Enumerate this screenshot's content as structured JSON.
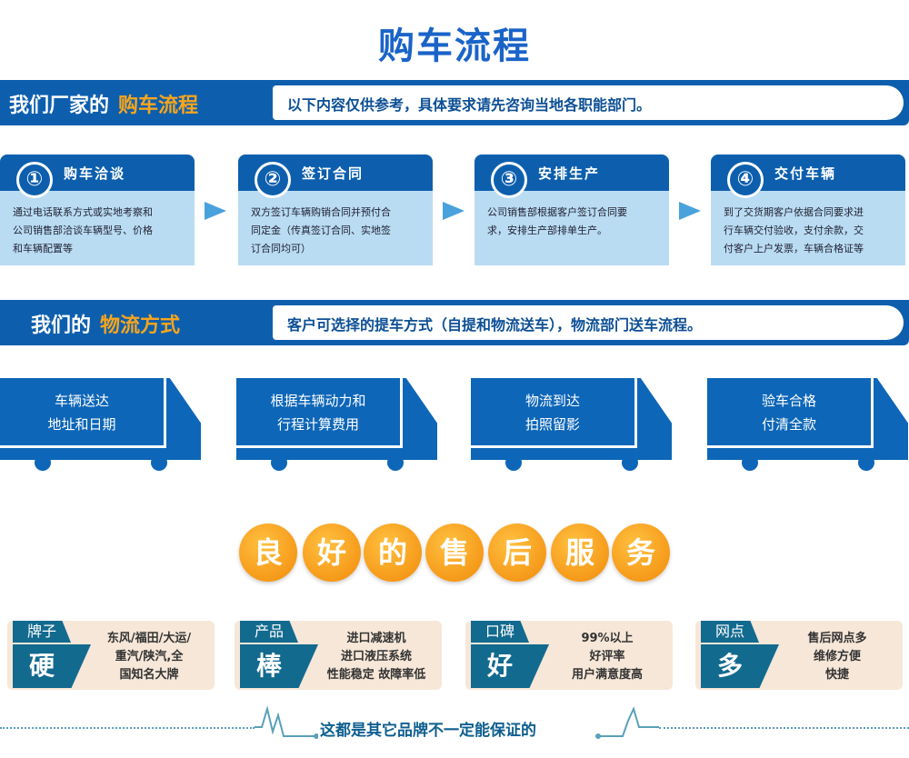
{
  "title": "购车流程",
  "section1": {
    "label": "我们厂家的",
    "highlight": "购车流程",
    "note": "以下内容仅供参考，具体要求请先咨询当地各职能部门。"
  },
  "steps": [
    {
      "num": "①",
      "title": "购车洽谈",
      "lines": [
        "通过电话联系方式或实地考察和",
        "公司销售部洽谈车辆型号、价格",
        "和车辆配置等"
      ]
    },
    {
      "num": "②",
      "title": "签订合同",
      "lines": [
        "双方签订车辆购销合同并预付合",
        "同定金（传真签订合同、实地签",
        "订合同均可）"
      ]
    },
    {
      "num": "③",
      "title": "安排生产",
      "lines": [
        "公司销售部根据客户签订合同要",
        "求，安排生产部排单生产。"
      ]
    },
    {
      "num": "④",
      "title": "交付车辆",
      "lines": [
        "到了交货期客户依据合同要求进",
        "行车辆交付验收，支付余款，交",
        "付客户上户发票，车辆合格证等"
      ]
    }
  ],
  "section2": {
    "label": "我们的",
    "highlight": "物流方式",
    "note": "客户可选择的提车方式（自提和物流送车），物流部门送车流程。"
  },
  "trucks": [
    {
      "lines": [
        "车辆送达",
        "地址和日期"
      ]
    },
    {
      "lines": [
        "根据车辆动力和",
        "行程计算费用"
      ]
    },
    {
      "lines": [
        "物流到达",
        "拍照留影"
      ]
    },
    {
      "lines": [
        "验车合格",
        "付清全款"
      ]
    }
  ],
  "service": [
    "良",
    "好",
    "的",
    "售",
    "后",
    "服",
    "务"
  ],
  "cards": [
    {
      "tab": "牌子",
      "big": "硬",
      "lines": [
        "东风/福田/大运/",
        "重汽/陕汽,全",
        "国知名大牌"
      ]
    },
    {
      "tab": "产品",
      "big": "棒",
      "lines": [
        "进口减速机",
        "进口液压系统",
        "性能稳定 故障率低"
      ]
    },
    {
      "tab": "口碑",
      "big": "好",
      "lines": [
        "99%以上",
        "好评率",
        "用户满意度高"
      ]
    },
    {
      "tab": "网点",
      "big": "多",
      "lines": [
        "售后网点多",
        "维修方便",
        "快捷"
      ]
    }
  ],
  "slogan": "这都是其它品牌不一定能保证的",
  "colors": {
    "blue": "#0d5fae",
    "orange": "#f8a51c",
    "teal": "#136a8f"
  }
}
